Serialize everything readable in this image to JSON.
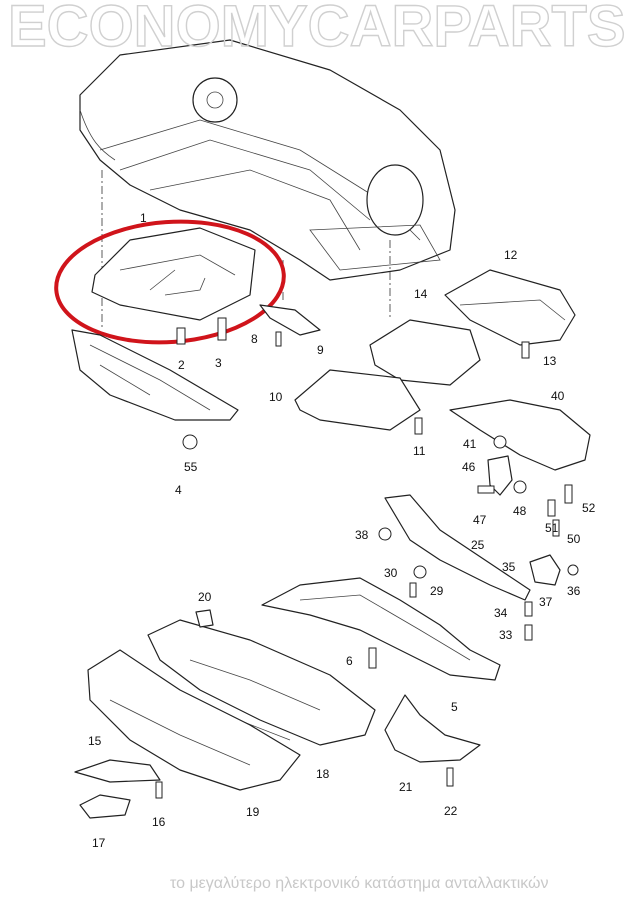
{
  "diagram": {
    "watermark": {
      "brand": "ECONOMYCARPARTS",
      "tagline": "το μεγαλύτερο ηλεκτρονικό κατάστημα ανταλλακτικών"
    },
    "highlight_color": "#d0141b",
    "highlighted_part": "1",
    "callouts": [
      "1",
      "2",
      "3",
      "4",
      "5",
      "6",
      "8",
      "9",
      "10",
      "11",
      "12",
      "13",
      "14",
      "15",
      "16",
      "17",
      "18",
      "19",
      "20",
      "21",
      "22",
      "25",
      "29",
      "30",
      "33",
      "34",
      "35",
      "36",
      "37",
      "38",
      "40",
      "41",
      "46",
      "47",
      "48",
      "50",
      "51",
      "52",
      "55"
    ]
  }
}
